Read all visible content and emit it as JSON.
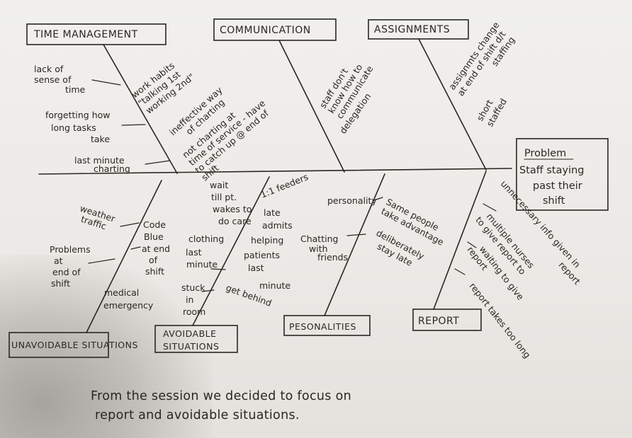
{
  "problem": {
    "label": "Problem",
    "lines": [
      "Staff staying",
      "past their",
      "shift"
    ]
  },
  "categories": {
    "time_management": "TIME MANAGEMENT",
    "communication": "COMMUNICATION",
    "assignments": "ASSIGNMENTS",
    "unavoidable_situations": "UNAVOIDABLE SITUATIONS",
    "avoidable_situations": [
      "AVOIDABLE",
      "SITUATIONS"
    ],
    "personalities": "PESONALITIES",
    "report": "REPORT"
  },
  "causes": {
    "time_management": [
      [
        "lack of",
        "sense of",
        "time"
      ],
      [
        "forgetting how",
        "long tasks",
        "take"
      ],
      [
        "last minute",
        "charting"
      ],
      [
        "work habits",
        "\"talking 1st",
        "working 2nd\""
      ],
      [
        "ineffective way",
        "of charting"
      ],
      [
        "not charting at",
        "time of service - have",
        "to catch up @ end of",
        "shift"
      ]
    ],
    "communication": [
      [
        "staff don't",
        "know how to",
        "communicate"
      ],
      [
        "delegation"
      ]
    ],
    "assignments": [
      [
        "assignmts change",
        "at end of shift d/t",
        "staffing"
      ],
      [
        "short",
        "staffed"
      ]
    ],
    "unavoidable_situations": [
      [
        "weather",
        "traffic"
      ],
      [
        "Problems",
        "at",
        "end of",
        "shift"
      ],
      [
        "Code",
        "Blue",
        "at end",
        "of",
        "shift"
      ],
      [
        "medical",
        "emergency"
      ]
    ],
    "avoidable_situations": [
      [
        "wait",
        "till pt.",
        "wakes to",
        "do care"
      ],
      [
        "clothing",
        "last",
        "minute"
      ],
      [
        "stuck",
        "in",
        "room"
      ],
      [
        "1:1 feeders"
      ],
      [
        "late",
        "admits"
      ],
      [
        "helping",
        "patients",
        "last",
        "minute"
      ],
      [
        "get behind"
      ]
    ],
    "personalities": [
      [
        "personality"
      ],
      [
        "Chatting",
        "with",
        "friends"
      ],
      [
        "Same people",
        "take advantage"
      ],
      [
        "deliberately",
        "stay late"
      ]
    ],
    "report": [
      [
        "unnecessary info given in",
        "report"
      ],
      [
        "multiple nurses",
        "to give report to"
      ],
      [
        "waiting to give",
        "report"
      ],
      [
        "report takes too long"
      ]
    ]
  },
  "footer": {
    "line1": "From the session  we decided to focus on",
    "line2": "report and avoidable situations."
  },
  "colors": {
    "ink": "#2b2622",
    "paper": "#efeeea"
  }
}
